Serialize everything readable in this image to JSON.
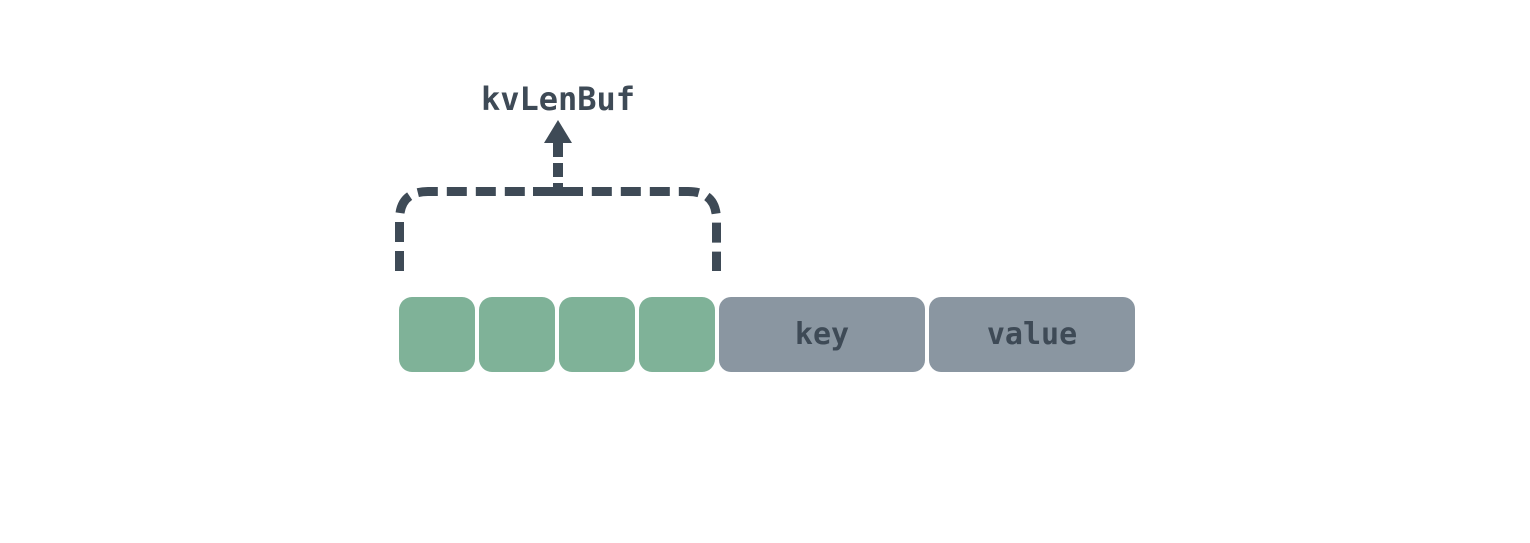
{
  "diagram": {
    "pointer_label": "kvLenBuf",
    "len_byte_count": 4,
    "key_label": "key",
    "value_label": "value",
    "colors": {
      "ink": "#3E4A56",
      "len_byte_fill": "#7FB298",
      "kv_fill": "#8A96A1",
      "background": "#FFFFFF"
    }
  }
}
